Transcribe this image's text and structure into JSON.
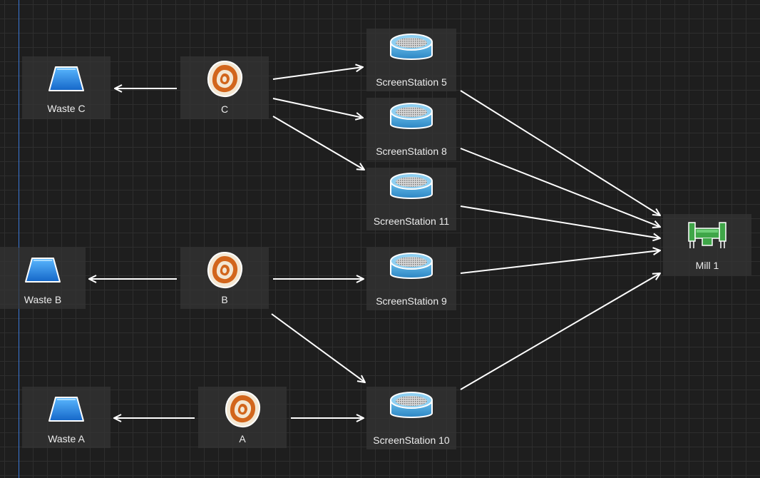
{
  "nodes": {
    "waste_c": "Waste C",
    "waste_b": "Waste B",
    "waste_a": "Waste A",
    "pile_c": "C",
    "pile_b": "B",
    "pile_a": "A",
    "screen5": "ScreenStation 5",
    "screen8": "ScreenStation 8",
    "screen11": "ScreenStation 11",
    "screen9": "ScreenStation 9",
    "screen10": "ScreenStation 10",
    "mill1": "Mill 1"
  },
  "icons": {
    "waste": "waste-bin-icon",
    "pile": "stockpile-icon",
    "screen": "screen-station-icon",
    "mill": "mill-icon"
  },
  "colors": {
    "background": "#1e1e1e",
    "grid": "#2e2e2e",
    "waste_blue": "#1f84e0",
    "pile_orange": "#d2661c",
    "screen_blue": "#4aa3d6",
    "mill_green": "#3fa648",
    "edge": "#ffffff"
  },
  "edges": [
    [
      "pile_c",
      "waste_c"
    ],
    [
      "pile_c",
      "screen5"
    ],
    [
      "pile_c",
      "screen8"
    ],
    [
      "pile_c",
      "screen11"
    ],
    [
      "pile_b",
      "waste_b"
    ],
    [
      "pile_b",
      "screen9"
    ],
    [
      "pile_b",
      "screen10"
    ],
    [
      "pile_a",
      "waste_a"
    ],
    [
      "pile_a",
      "screen10"
    ],
    [
      "screen5",
      "mill1"
    ],
    [
      "screen8",
      "mill1"
    ],
    [
      "screen11",
      "mill1"
    ],
    [
      "screen9",
      "mill1"
    ],
    [
      "screen10",
      "mill1"
    ]
  ]
}
